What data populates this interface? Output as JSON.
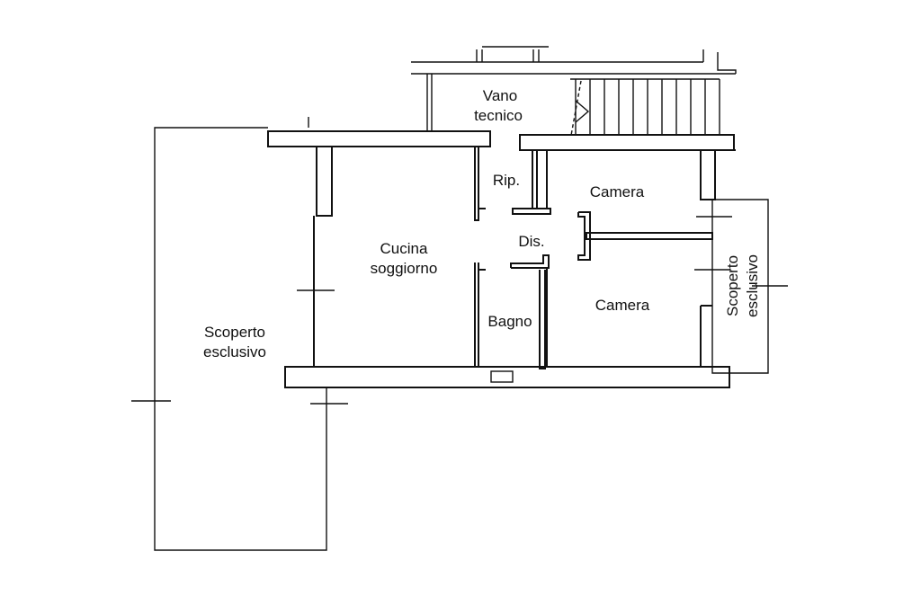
{
  "rooms": {
    "vano_tecnico": [
      "Vano",
      "tecnico"
    ],
    "ripostiglio": "Rip.",
    "disimpegno": "Dis.",
    "cucina_soggiorno": [
      "Cucina",
      "soggiorno"
    ],
    "bagno": "Bagno",
    "camera_1": "Camera",
    "camera_2": "Camera",
    "scoperto_left": [
      "Scoperto",
      "esclusivo"
    ],
    "scoperto_right": [
      "Scoperto",
      "esclusivo"
    ]
  }
}
